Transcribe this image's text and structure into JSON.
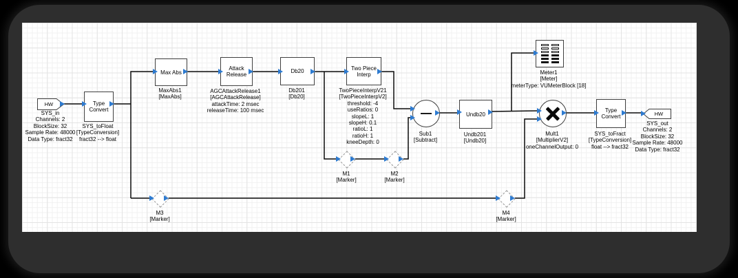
{
  "theme": {
    "pin_color": "#2e7bd0",
    "wire_color": "#0a0a0a",
    "frame_color": "#2e2e2e",
    "canvas_color": "#ffffff"
  },
  "blocks": {
    "sys_in": {
      "title": "HW",
      "name": "SYS_in",
      "params": [
        "Channels: 2",
        "BlockSize: 32",
        "Sample Rate: 48000",
        "Data Type: fract32"
      ]
    },
    "sys_to_float": {
      "title": "Type\nConvert",
      "name": "SYS_toFloat",
      "type": "[TypeConversion]",
      "params": [
        "fract32 --> float"
      ]
    },
    "max_abs": {
      "title": "Max Abs",
      "name": "MaxAbs1",
      "type": "[MaxAbs]"
    },
    "attack_release": {
      "title": "Attack\nRelease",
      "name": "AGCAttackRelease1",
      "type": "[AGCAttackRelease]",
      "params": [
        "attackTime: 2 msec",
        "releaseTime: 100 msec"
      ]
    },
    "db20": {
      "title": "Db20",
      "name": "Db201",
      "type": "[Db20]"
    },
    "two_piece_interp": {
      "title": "Two Piece\nInterp",
      "name": "TwoPieceInterpV21",
      "type": "[TwoPieceInterpV2]",
      "params": [
        "threshold: -4",
        "useRatios: 0",
        "slopeL: 1",
        "slopeH: 0.1",
        "ratioL: 1",
        "ratioH: 1",
        "kneeDepth: 0"
      ]
    },
    "sub": {
      "name": "Sub1",
      "type": "[Subtract]"
    },
    "undb20": {
      "title": "Undb20",
      "name": "Undb201",
      "type": "[Undb20]"
    },
    "meter": {
      "name": "Meter1",
      "type": "[Meter]",
      "params": [
        "meterType: VUMeterBlock [18]"
      ]
    },
    "mult": {
      "name": "Mult1",
      "type": "[MultiplierV2]",
      "params": [
        "oneChannelOutput: 0"
      ]
    },
    "sys_to_fract": {
      "title": "Type\nConvert",
      "name": "SYS_toFract",
      "type": "[TypeConversion]",
      "params": [
        "float --> fract32"
      ]
    },
    "sys_out": {
      "title": "HW",
      "name": "SYS_out",
      "params": [
        "Channels: 2",
        "BlockSize: 32",
        "Sample Rate: 48000",
        "Data Type: fract32"
      ]
    },
    "m1": {
      "name": "M1",
      "type": "[Marker]"
    },
    "m2": {
      "name": "M2",
      "type": "[Marker]"
    },
    "m3": {
      "name": "M3",
      "type": "[Marker]"
    },
    "m4": {
      "name": "M4",
      "type": "[Marker]"
    }
  }
}
